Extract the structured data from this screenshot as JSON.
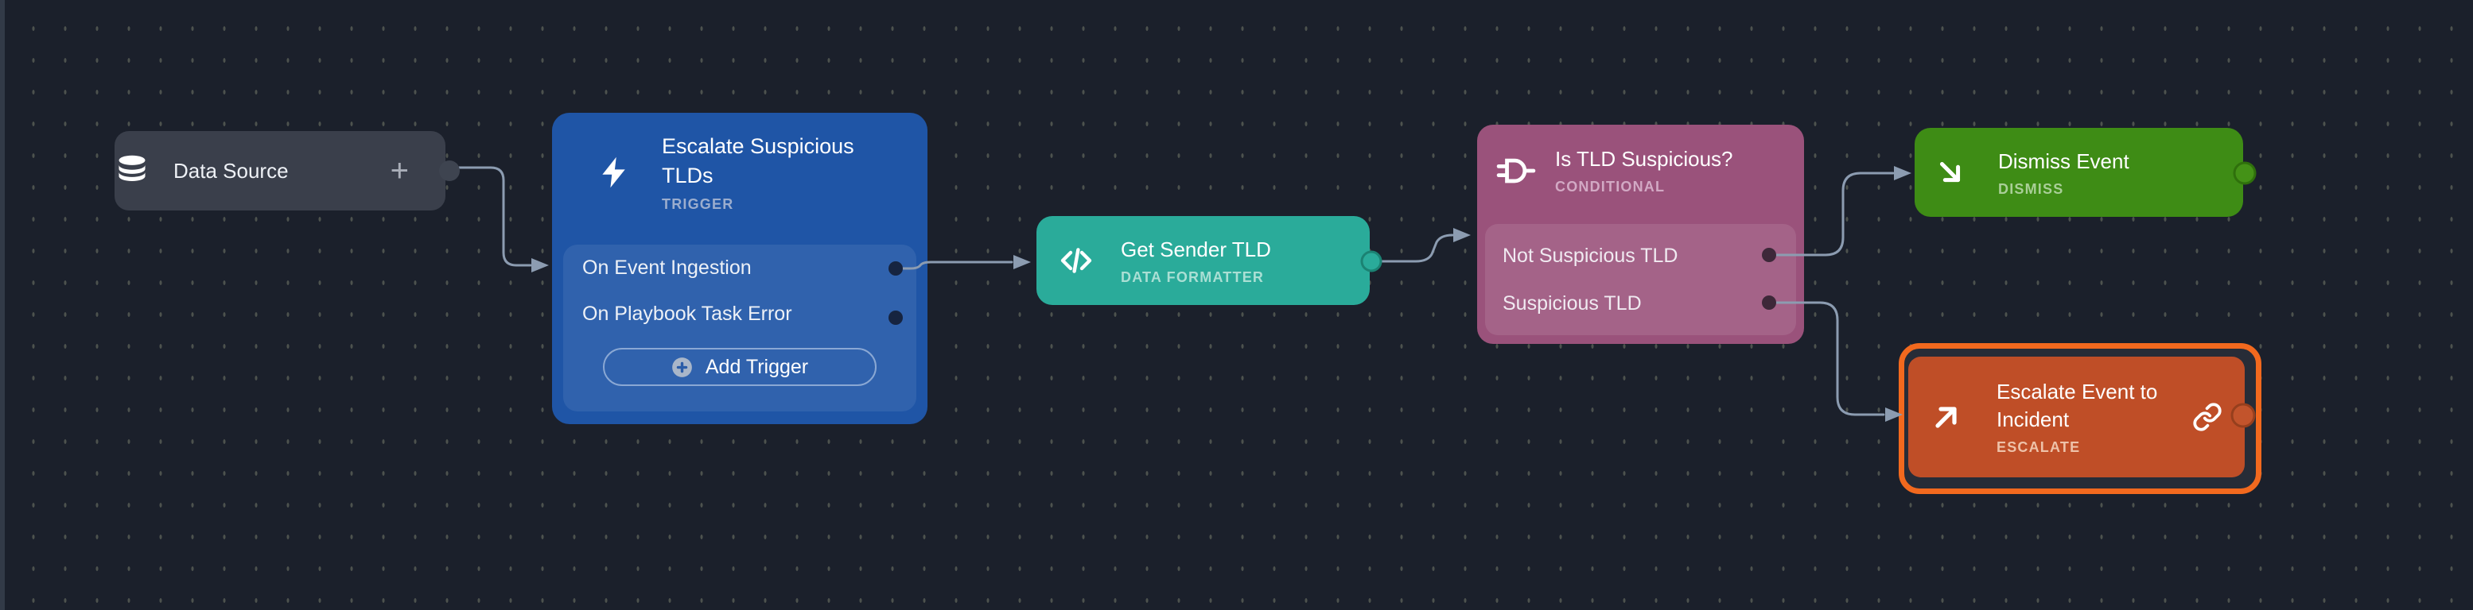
{
  "app": {
    "view": "playbook-editor-canvas"
  },
  "colors": {
    "bg": "#1b202b",
    "edge_strip": "#323a47",
    "grid_dot": "#4d524e",
    "wire": "#8c9cb1",
    "node_gray": "#3a3f4b",
    "trigger": "#1f55a6",
    "formatter": "#2aab9a",
    "conditional": "#9a527b",
    "dismiss": "#3e8c15",
    "escalate": "#bf4e27",
    "selection": "#f2691e",
    "selection_gap": "#272c37",
    "type_trigger": "#9badce",
    "type_formatter": "#aadfd4",
    "type_conditional": "#d2a9c4",
    "type_dismiss": "#a9cf97",
    "type_escalate": "#eec2a9"
  },
  "nodes": {
    "data_source": {
      "label": "Data Source",
      "add_icon": "+"
    },
    "trigger": {
      "title": "Escalate Suspicious TLDs",
      "type_label": "TRIGGER",
      "rows": [
        {
          "label": "On Event Ingestion"
        },
        {
          "label": "On Playbook Task Error"
        }
      ],
      "add_button_label": "Add Trigger"
    },
    "formatter": {
      "title": "Get Sender TLD",
      "type_label": "DATA FORMATTER"
    },
    "conditional": {
      "title": "Is TLD Suspicious?",
      "type_label": "CONDITIONAL",
      "rows": [
        {
          "label": "Not Suspicious TLD"
        },
        {
          "label": "Suspicious TLD"
        }
      ]
    },
    "dismiss": {
      "title": "Dismiss Event",
      "type_label": "DISMISS"
    },
    "escalate": {
      "title": "Escalate Event to Incident",
      "type_label": "ESCALATE",
      "selected": true
    }
  }
}
